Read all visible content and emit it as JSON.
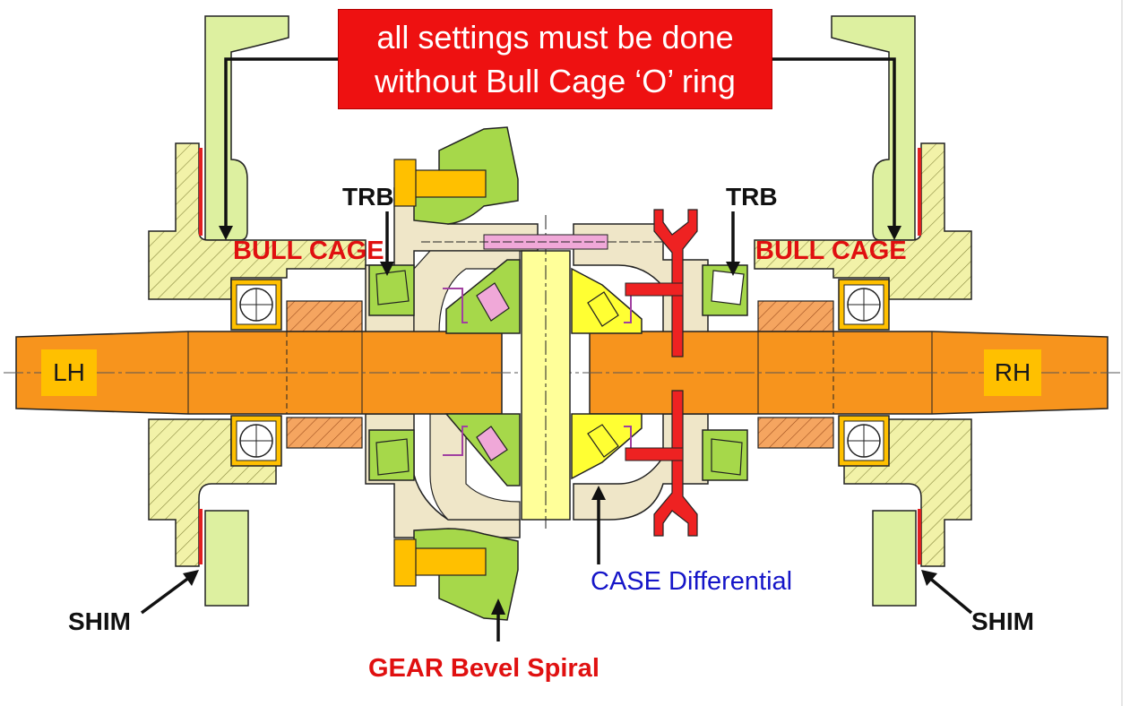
{
  "banner": {
    "line1": "all settings must be done",
    "line2": "without Bull Cage ‘O’ ring"
  },
  "labels": {
    "trb_left": "TRB",
    "trb_right": "TRB",
    "bull_cage_left": "BULL CAGE",
    "bull_cage_right": "BULL CAGE",
    "shaft_left": "LH",
    "shaft_right": "RH",
    "shim_left": "SHIM",
    "shim_right": "SHIM",
    "case_differential": "CASE Differential",
    "gear_bevel_spiral": "GEAR Bevel Spiral"
  },
  "colors": {
    "banner_bg": "#ee1111",
    "shaft": "#f7941d",
    "bull_cage": "#f0f0a0",
    "gear_green": "#a6d84a",
    "case_beige": "#efe6c8",
    "bearing_yellow": "#ffc000",
    "bevel_yellow": "#ffff33",
    "pink": "#f0a8d8",
    "red_part": "#ee2222",
    "shim_red": "#e02020",
    "label_red": "#e01010",
    "label_blue": "#1515c8"
  }
}
